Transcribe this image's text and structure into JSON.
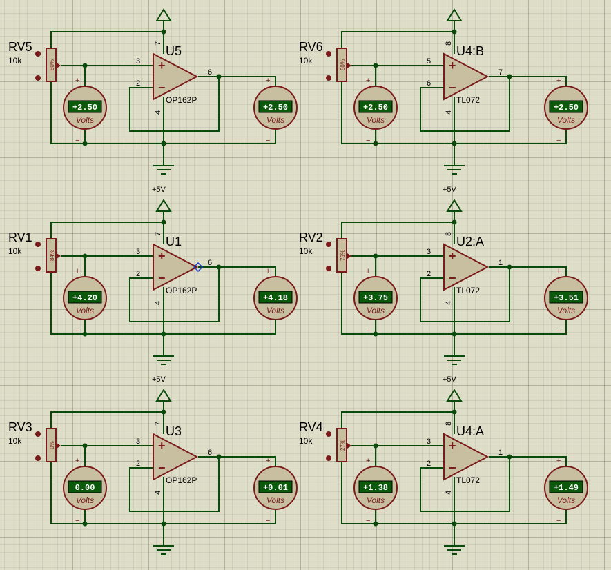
{
  "colors": {
    "background": "#ddddc8",
    "wire": "#0a4a0a",
    "component": "#7a1a1a",
    "component_fill": "#c8bfa0",
    "lcd_bg": "#0b5a0b",
    "junction": "#0a4a0a"
  },
  "rail_label": "+5V",
  "meter_unit": "Volts",
  "cells": [
    {
      "pot_ref": "RV5",
      "pot_val": "10k",
      "wiper": "50%",
      "op_ref": "U5",
      "op_part": "OP162P",
      "pin_vcc": "7",
      "pin_pos": "3",
      "pin_neg": "2",
      "pin_gnd": "4",
      "pin_out": "6",
      "in_reading": "+2.50",
      "out_reading": "+2.50",
      "rail_label_shown": false
    },
    {
      "pot_ref": "RV6",
      "pot_val": "10k",
      "wiper": "50%",
      "op_ref": "U4:B",
      "op_part": "TL072",
      "pin_vcc": "8",
      "pin_pos": "5",
      "pin_neg": "6",
      "pin_gnd": "4",
      "pin_out": "7",
      "in_reading": "+2.50",
      "out_reading": "+2.50",
      "rail_label_shown": false
    },
    {
      "pot_ref": "RV1",
      "pot_val": "10k",
      "wiper": "84%",
      "op_ref": "U1",
      "op_part": "OP162P",
      "pin_vcc": "7",
      "pin_pos": "3",
      "pin_neg": "2",
      "pin_gnd": "4",
      "pin_out": "6",
      "in_reading": "+4.20",
      "out_reading": "+4.18",
      "rail_label_shown": true
    },
    {
      "pot_ref": "RV2",
      "pot_val": "10k",
      "wiper": "75%",
      "op_ref": "U2:A",
      "op_part": "TL072",
      "pin_vcc": "8",
      "pin_pos": "3",
      "pin_neg": "2",
      "pin_gnd": "4",
      "pin_out": "1",
      "in_reading": "+3.75",
      "out_reading": "+3.51",
      "rail_label_shown": true
    },
    {
      "pot_ref": "RV3",
      "pot_val": "10k",
      "wiper": "0%",
      "op_ref": "U3",
      "op_part": "OP162P",
      "pin_vcc": "7",
      "pin_pos": "3",
      "pin_neg": "2",
      "pin_gnd": "4",
      "pin_out": "6",
      "in_reading": "0.00",
      "out_reading": "+0.01",
      "rail_label_shown": true
    },
    {
      "pot_ref": "RV4",
      "pot_val": "10k",
      "wiper": "27%",
      "op_ref": "U4:A",
      "op_part": "TL072",
      "pin_vcc": "8",
      "pin_pos": "3",
      "pin_neg": "2",
      "pin_gnd": "4",
      "pin_out": "1",
      "in_reading": "+1.38",
      "out_reading": "+1.49",
      "rail_label_shown": true
    }
  ]
}
